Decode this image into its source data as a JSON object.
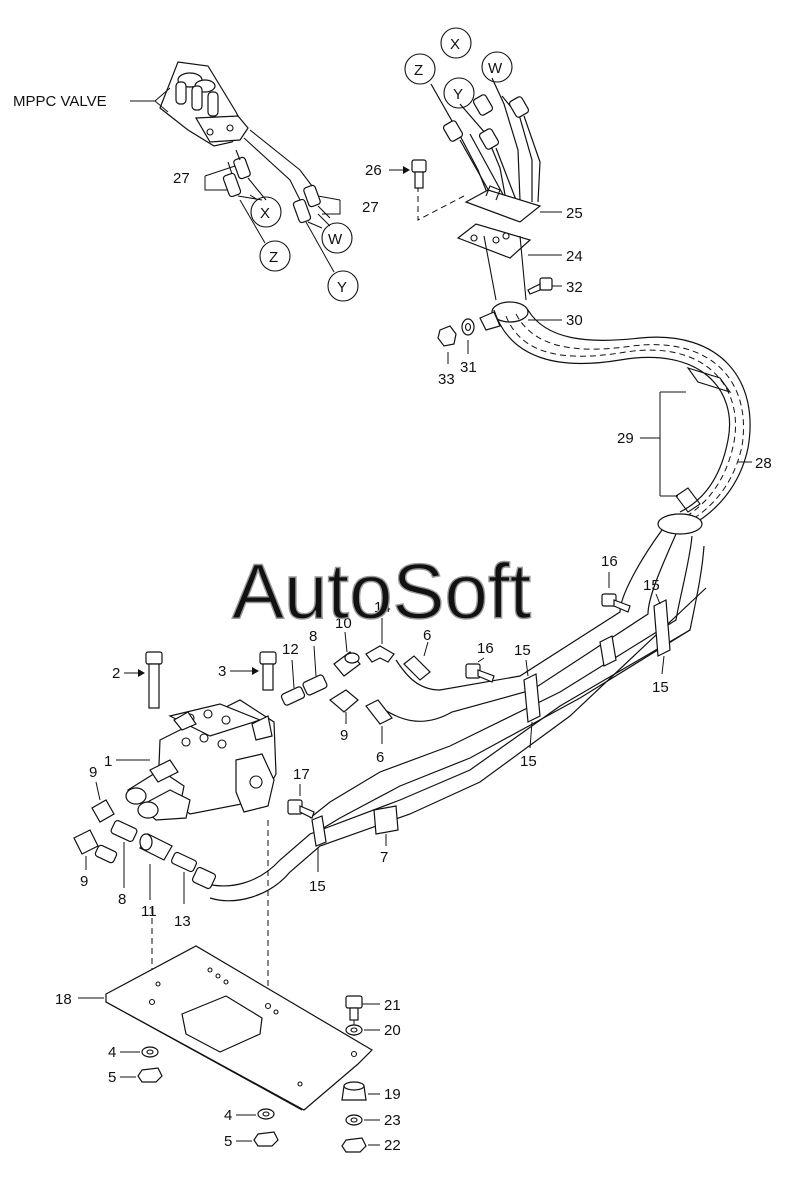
{
  "diagram": {
    "title": "MPPC VALVE",
    "watermark": "AutoSoft",
    "port_labels": [
      "X",
      "Z",
      "Y",
      "W"
    ],
    "part_numbers": [
      "1",
      "2",
      "3",
      "4",
      "5",
      "6",
      "7",
      "8",
      "9",
      "10",
      "11",
      "12",
      "13",
      "14",
      "15",
      "16",
      "17",
      "18",
      "19",
      "20",
      "21",
      "22",
      "23",
      "24",
      "25",
      "26",
      "27",
      "28",
      "29",
      "30",
      "31",
      "32",
      "33"
    ]
  }
}
